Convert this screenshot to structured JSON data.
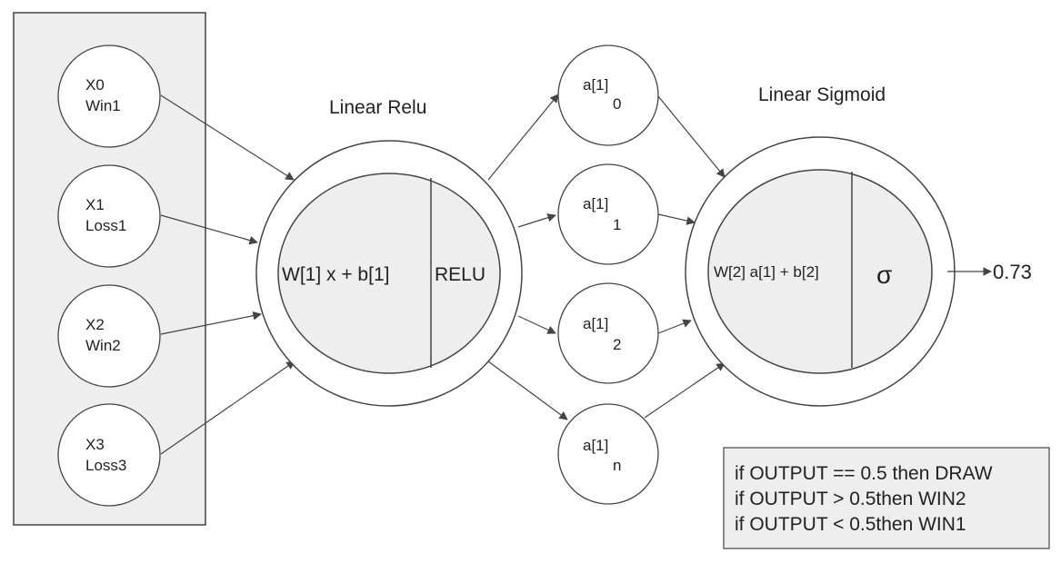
{
  "input_nodes": [
    {
      "top": "X0",
      "bottom": "Win1"
    },
    {
      "top": "X1",
      "bottom": "Loss1"
    },
    {
      "top": "X2",
      "bottom": "Win2"
    },
    {
      "top": "X3",
      "bottom": "Loss3"
    }
  ],
  "layer1": {
    "title": "Linear Relu",
    "linear_text": "W[1] x + b[1]",
    "activation_text": "RELU"
  },
  "hidden_nodes": [
    {
      "label": "a[1]",
      "sub": "0"
    },
    {
      "label": "a[1]",
      "sub": "1"
    },
    {
      "label": "a[1]",
      "sub": "2"
    },
    {
      "label": "a[1]",
      "sub": "n"
    }
  ],
  "layer2": {
    "title": "Linear Sigmoid",
    "linear_text": "W[2] a[1] + b[2]",
    "activation_text": "σ"
  },
  "output_value": "0.73",
  "rules": [
    "if OUTPUT == 0.5 then DRAW",
    "if OUTPUT > 0.5then WIN2",
    "if OUTPUT < 0.5then WIN1"
  ],
  "colors": {
    "panel_fill": "#eeeeee",
    "stroke": "#444444",
    "node_fill": "#ffffff"
  }
}
